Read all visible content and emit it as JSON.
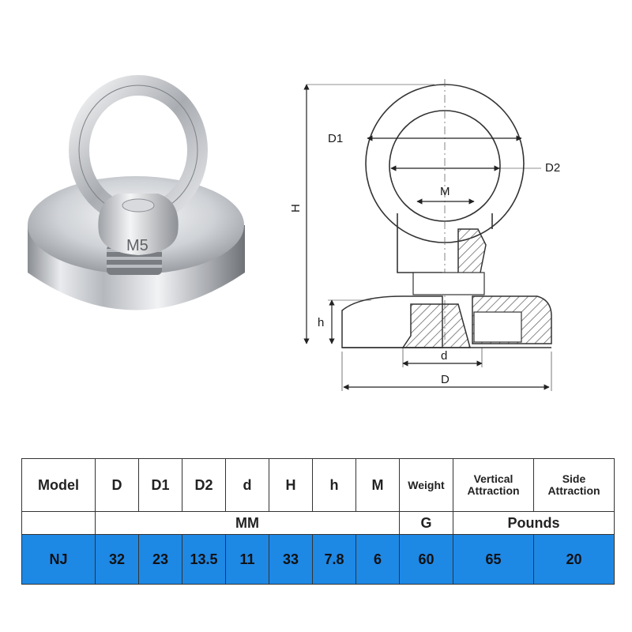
{
  "photo": {
    "thread_marking": "M5"
  },
  "drawing": {
    "labels": {
      "D1": "D1",
      "D2": "D2",
      "M": "M",
      "H": "H",
      "h": "h",
      "d": "d",
      "D": "D"
    }
  },
  "table": {
    "headers": {
      "model": "Model",
      "D": "D",
      "D1": "D1",
      "D2": "D2",
      "d": "d",
      "H": "H",
      "h": "h",
      "M": "M",
      "weight": "Weight",
      "vertical_line1": "Vertical",
      "vertical_line2": "Attraction",
      "side_line1": "Side",
      "side_line2": "Attraction"
    },
    "units": {
      "dimensions": "MM",
      "weight": "G",
      "force": "Pounds"
    },
    "row": {
      "model": "NJ",
      "D": "32",
      "D1": "23",
      "D2": "13.5",
      "d": "11",
      "H": "33",
      "h": "7.8",
      "M": "6",
      "weight": "60",
      "vertical": "65",
      "side": "20"
    },
    "row_color": "#1e88e5"
  }
}
